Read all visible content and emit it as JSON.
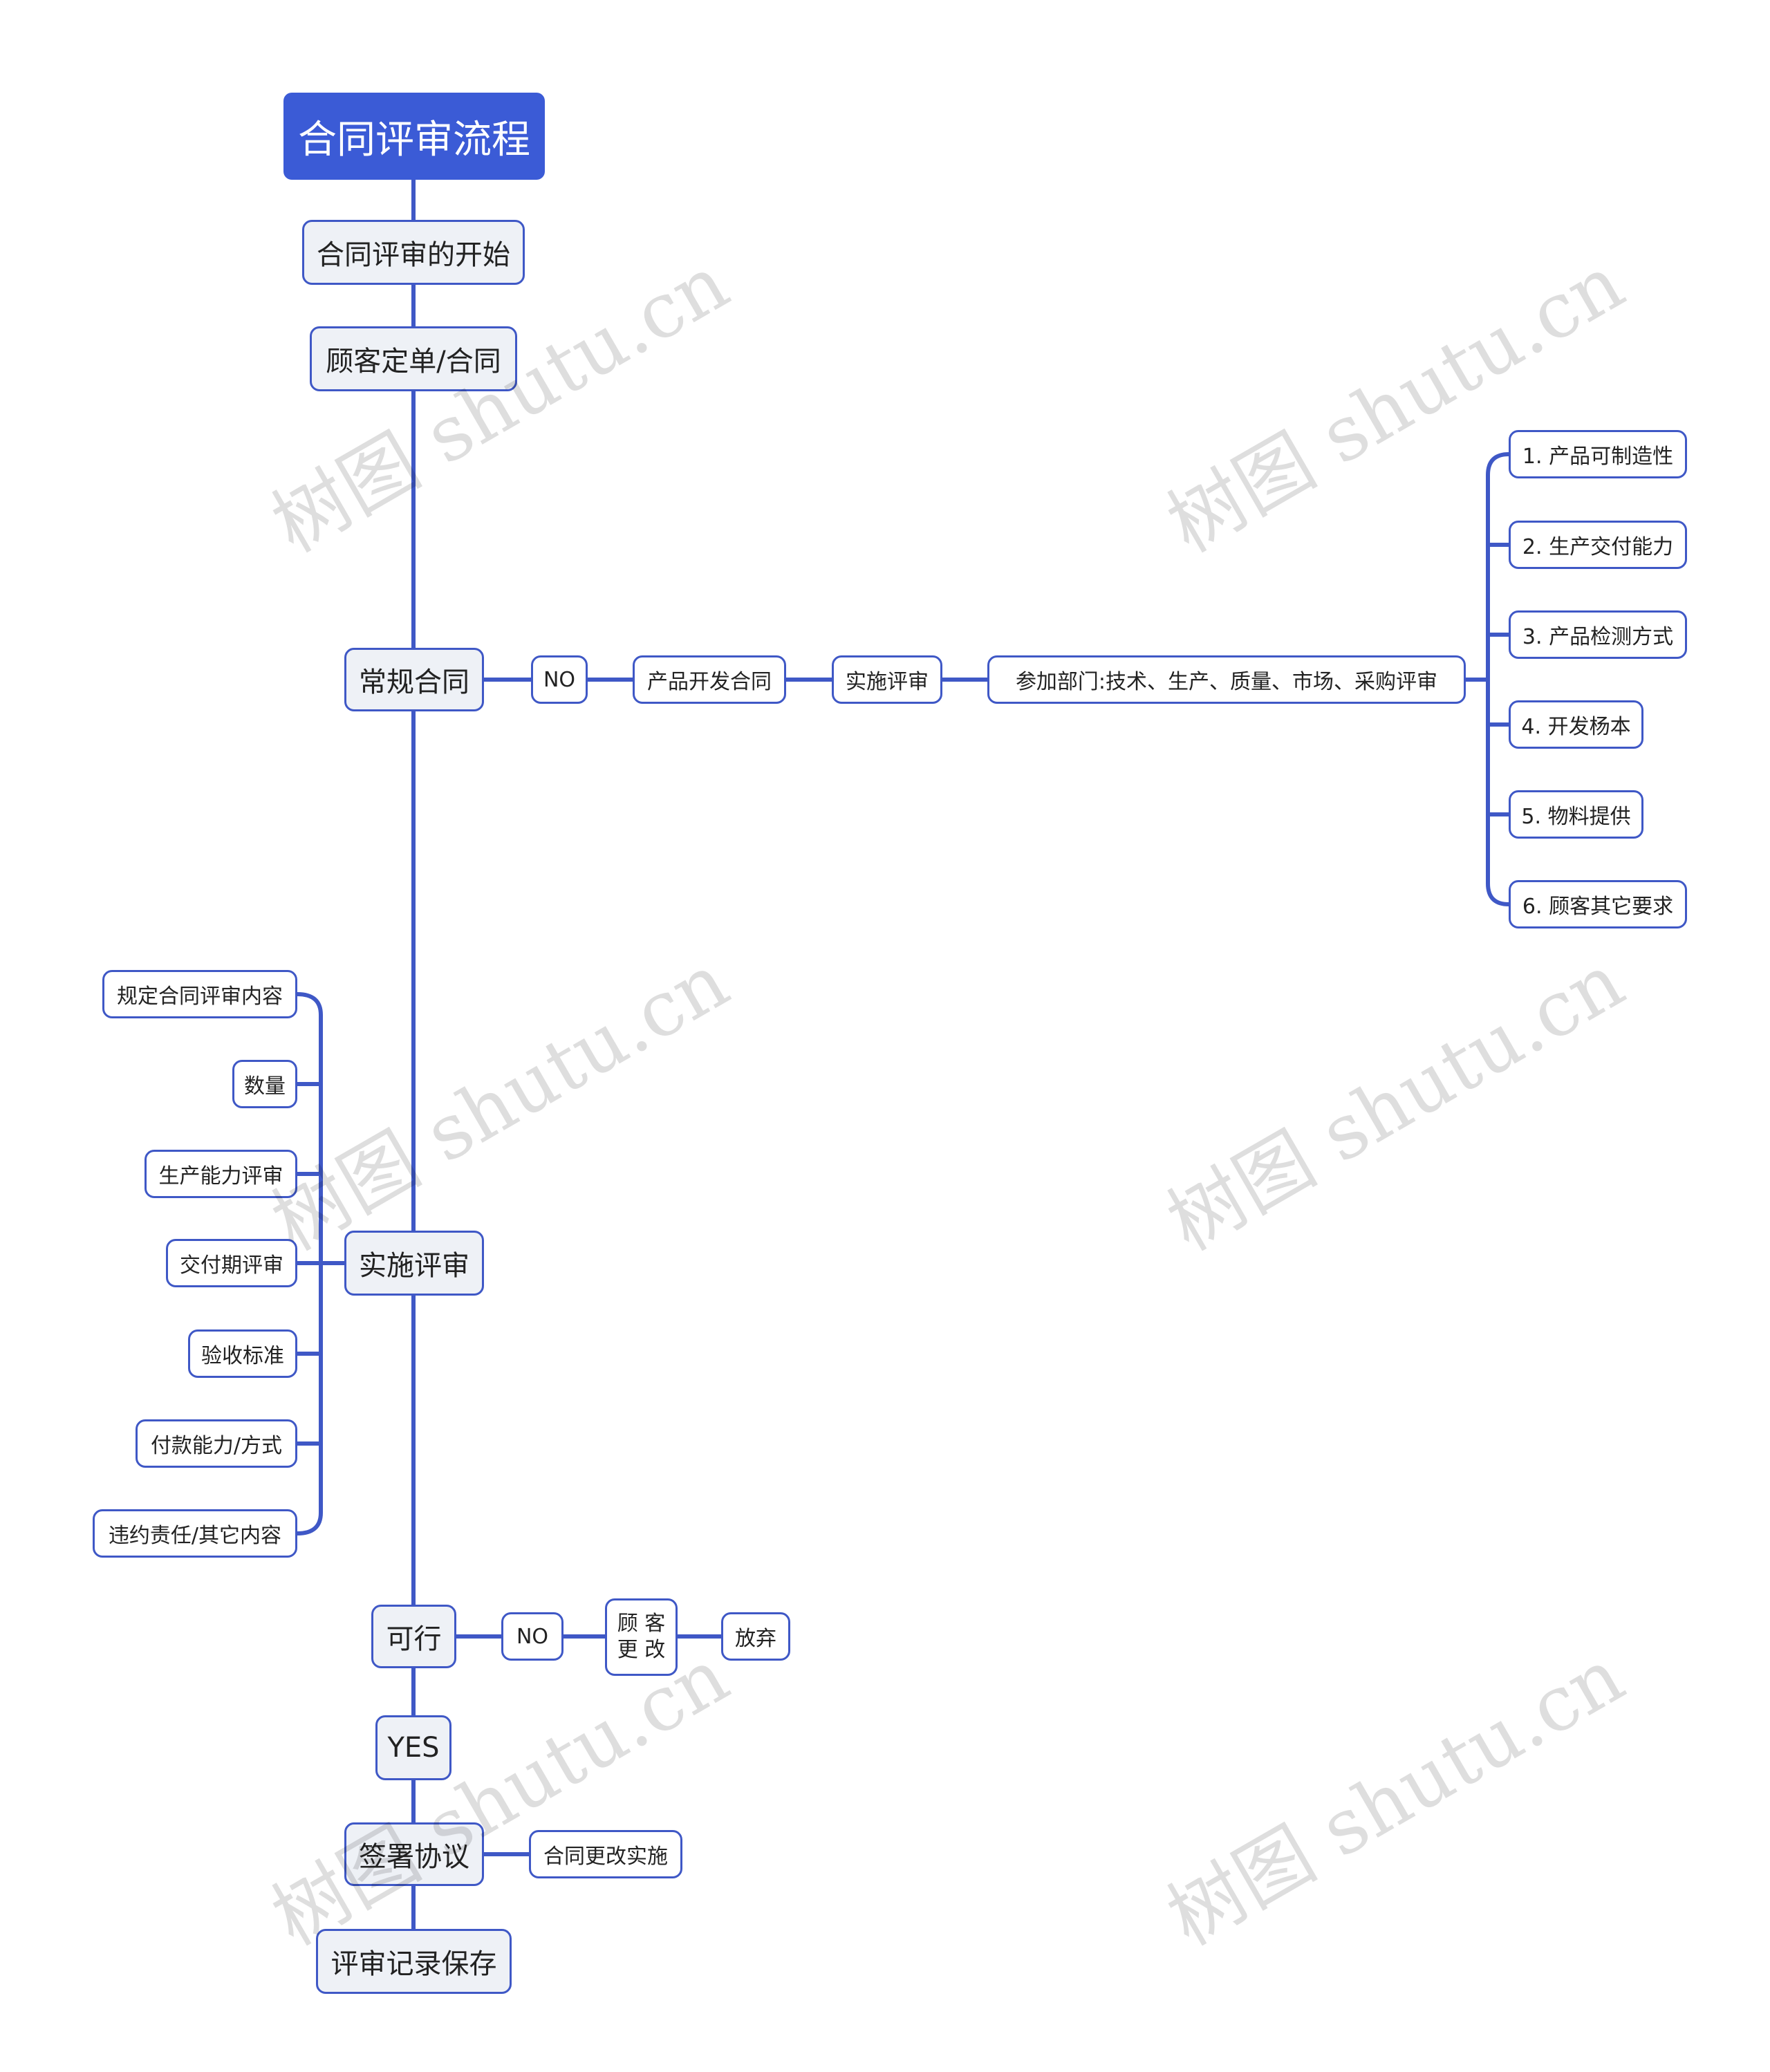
{
  "colors": {
    "accent": "#3b5bd6",
    "line": "#3f58c6",
    "main_fill": "#eef1f6"
  },
  "root": "合同评审流程",
  "main": {
    "start": "合同评审的开始",
    "order": "顾客定单/合同",
    "regular": "常规合同",
    "implement": "实施评审",
    "feasible": "可行",
    "yes": "YES",
    "sign": "签署协议",
    "save": "评审记录保存"
  },
  "regular_branch": {
    "no": "NO",
    "dev_contract": "产品开发合同",
    "review": "实施评审",
    "departments": "参加部门:技术、生产、质量、市场、采购评审",
    "items": [
      "1. 产品可制造性",
      "2. 生产交付能力",
      "3. 产品检测方式",
      "4. 开发杨本",
      "5. 物料提供",
      "6. 顾客其它要求"
    ]
  },
  "implement_branch": {
    "items": [
      "规定合同评审内容",
      "数量",
      "生产能力评审",
      "交付期评审",
      "验收标准",
      "付款能力/方式",
      "违约责任/其它内容"
    ]
  },
  "feasible_branch": {
    "no": "NO",
    "change": "顾 客 更 改",
    "abandon": "放弃"
  },
  "sign_branch": {
    "change_impl": "合同更改实施"
  },
  "watermark": "树图 shutu.cn"
}
